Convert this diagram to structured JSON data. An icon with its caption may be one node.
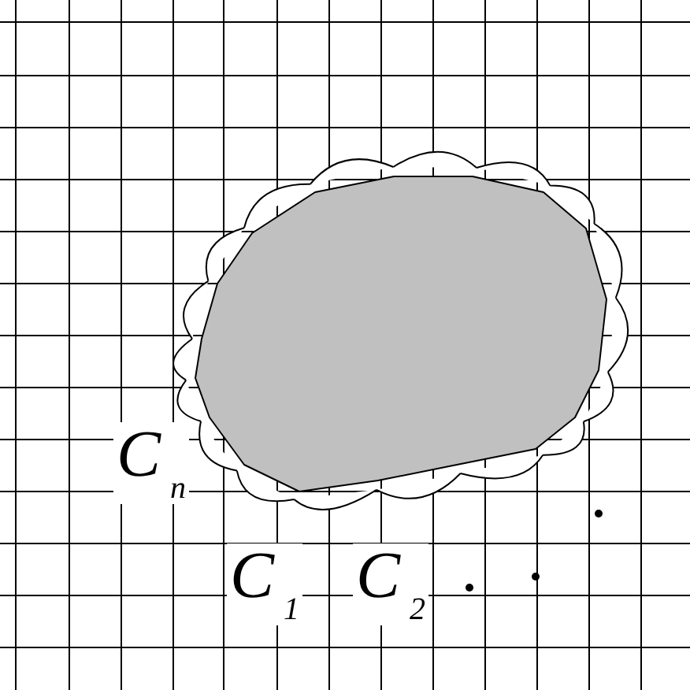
{
  "diagram": {
    "labels": [
      "C$_{n}$",
      "C$_{1}$",
      "C$_{2}$"
    ]
  }
}
